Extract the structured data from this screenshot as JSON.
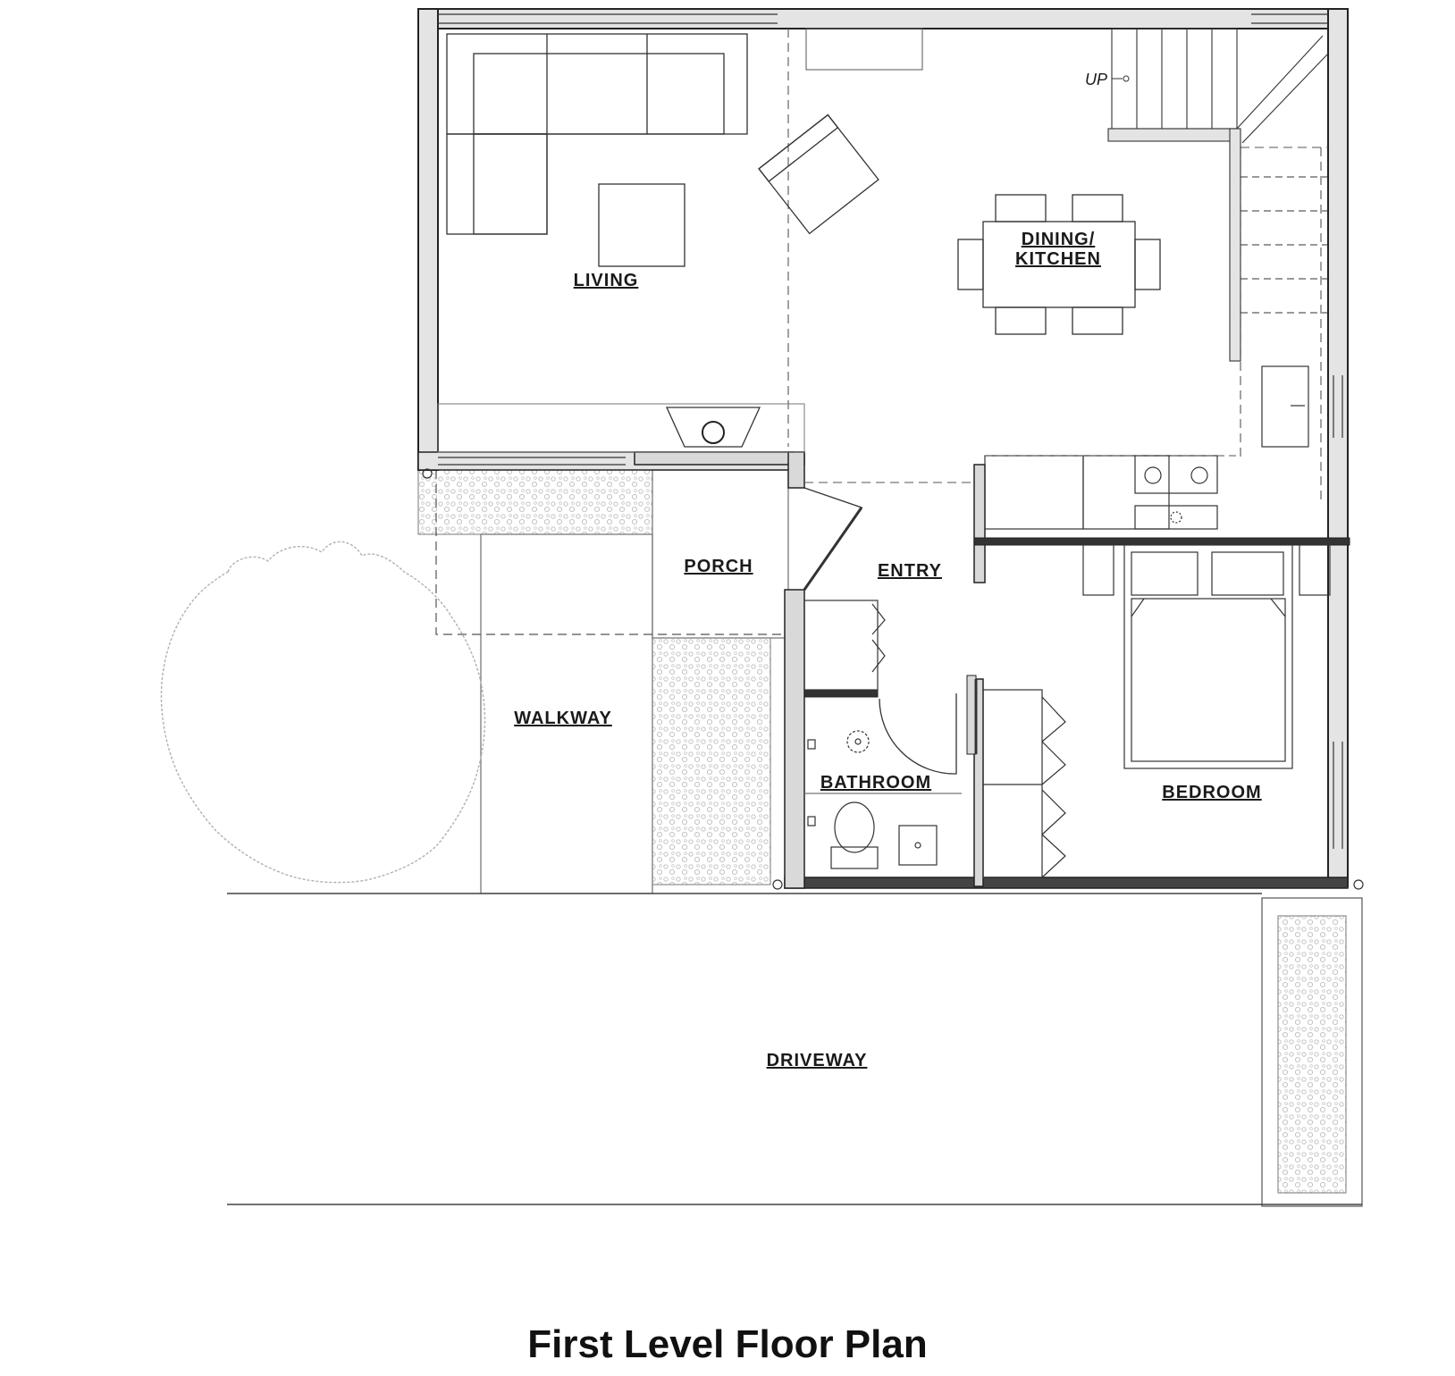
{
  "title": "First Level Floor Plan",
  "rooms": {
    "living": "LIVING",
    "dining_line1": "DINING/",
    "dining_line2": "KITCHEN",
    "porch": "PORCH",
    "entry": "ENTRY",
    "walkway": "WALKWAY",
    "bathroom": "BATHROOM",
    "bedroom": "BEDROOM",
    "driveway": "DRIVEWAY"
  },
  "stair_label": "UP",
  "colors": {
    "wall_fill": "#d9d9d9",
    "line": "#2a2a2a",
    "thin_line": "#6e6e6e",
    "hatch": "#bfbfbf",
    "tree": "#b0b0b0"
  }
}
